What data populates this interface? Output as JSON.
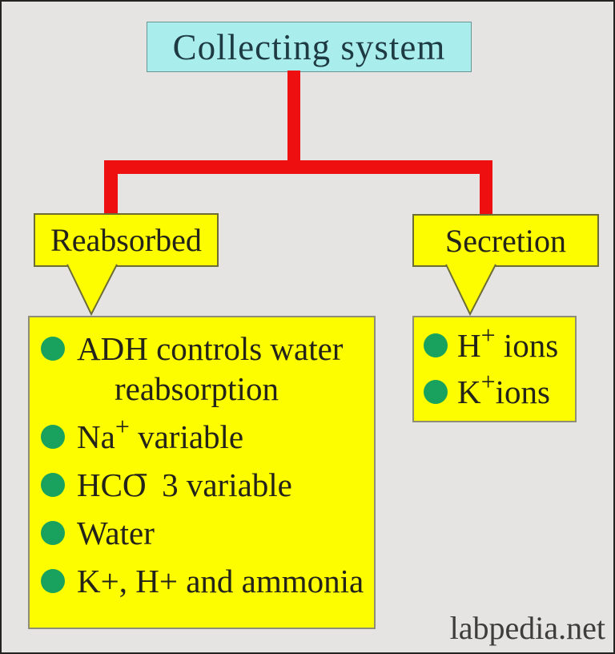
{
  "title": {
    "label": "Collecting system"
  },
  "branches": [
    {
      "label": "Reabsorbed",
      "items": [
        [
          {
            "t": "ADH controls water"
          },
          {
            "br": true
          },
          {
            "t": "reabsorption",
            "indent": true
          }
        ],
        [
          {
            "t": "Na"
          },
          {
            "sup": "+"
          },
          {
            "t": " variable"
          }
        ],
        [
          {
            "t": "HCO"
          },
          {
            "sup": "−",
            "over": true
          },
          {
            "t": " 3 variable"
          }
        ],
        [
          {
            "t": "Water"
          }
        ],
        [
          {
            "t": "K+, H+ and ammonia"
          }
        ]
      ]
    },
    {
      "label": "Secretion",
      "items": [
        [
          {
            "t": "H"
          },
          {
            "sup": "+"
          },
          {
            "t": " ions"
          }
        ],
        [
          {
            "t": "K"
          },
          {
            "sup": "+"
          },
          {
            "t": "ions"
          }
        ]
      ]
    }
  ],
  "footer": {
    "brand": "labpedia.net"
  },
  "icons": {
    "bullet": "filled-circle-icon",
    "callout_tail": "down-pointer-icon"
  },
  "colors": {
    "background": "#e5e4e2",
    "frame_border": "#232323",
    "title_bg": "#a9eded",
    "title_border": "#6a9595",
    "title_text": "#1e3a42",
    "connector_red": "#ee1010",
    "box_yellow": "#fdfd00",
    "callout_border": "#6c6c35",
    "panel_border": "#8d8d78",
    "bullet_green": "#18a25e",
    "body_text": "#23231a",
    "footer_text": "#3d3d3d"
  }
}
